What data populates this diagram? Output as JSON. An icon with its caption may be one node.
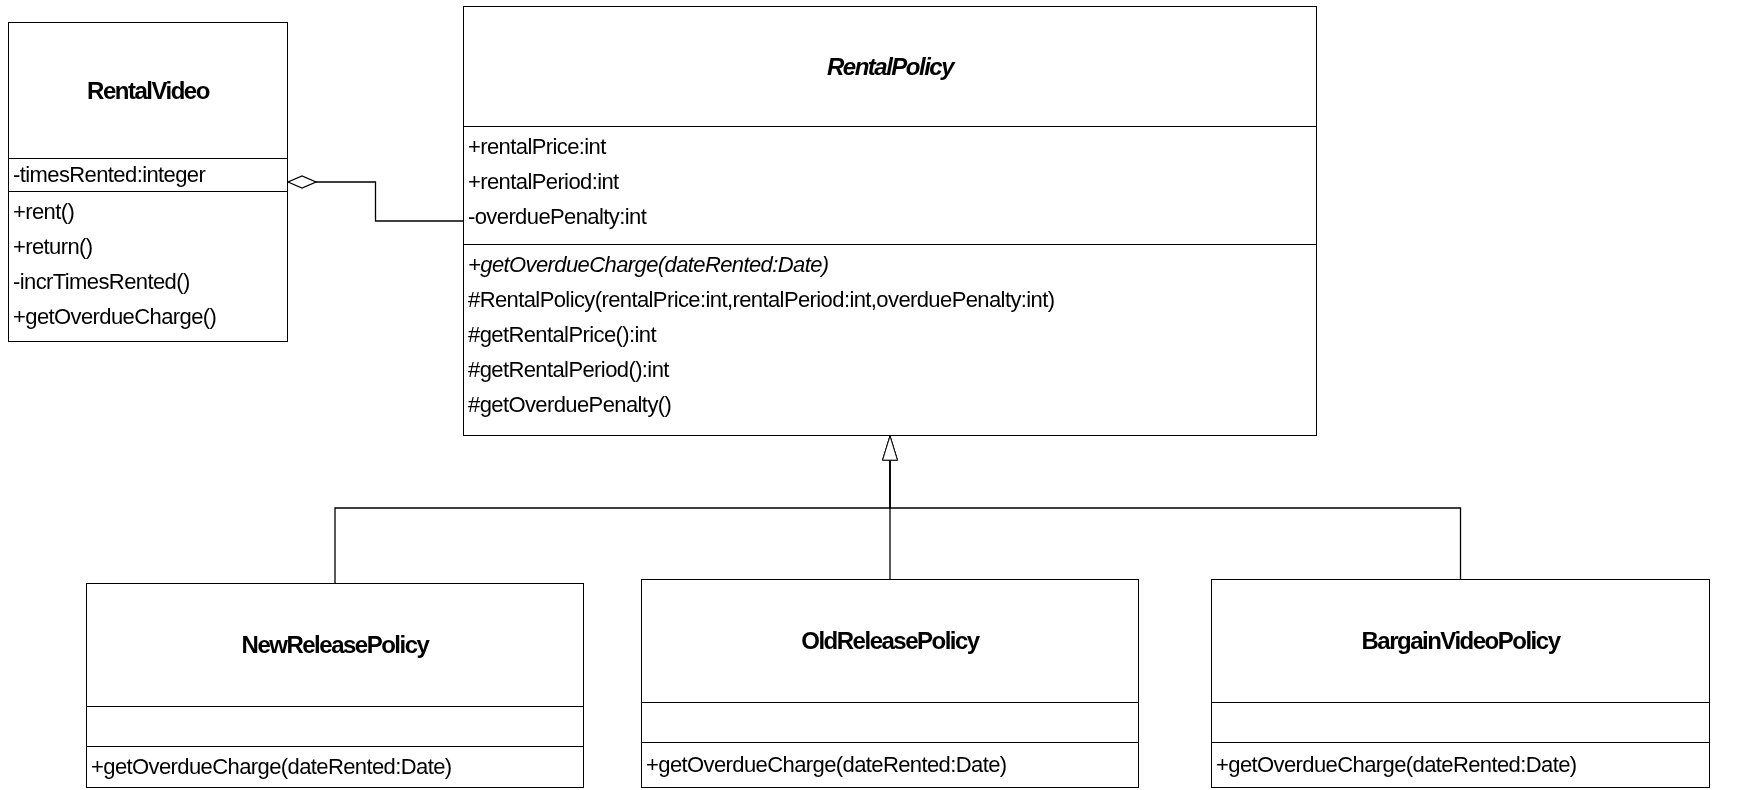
{
  "diagram": {
    "nodes": [
      {
        "text": [
          "RentalVideo"
        ]
      },
      {
        "text": [
          "-timesRented:integer"
        ],
        "in": 0
      },
      {
        "text": [
          "+rent()",
          "+return()",
          "-incrTimesRented()",
          "+getOverdueCharge()"
        ],
        "in": 0
      },
      {
        "text": [
          "*RentalPolicy*"
        ]
      },
      {
        "text": [
          "+rentalPrice:int",
          "+rentalPeriod:int",
          "-overduePenalty:int"
        ],
        "in": 3
      },
      {
        "text": [
          "*+getOverdueCharge(dateRented:Date)*",
          "#RentalPolicy(rentalPrice:int,rentalPeriod:int,overduePenalty:int)",
          "#getRentalPrice():int",
          "#getRentalPeriod():int",
          "#getOverduePenalty()"
        ],
        "in": 3
      },
      {
        "text": [
          "NewReleasePolicy"
        ]
      },
      {
        "text": [],
        "shape": "box",
        "in": 6
      },
      {
        "text": [
          "+getOverdueCharge(dateRented:Date)"
        ],
        "in": 6
      },
      {
        "text": [
          "OldReleasePolicy"
        ]
      },
      {
        "text": [],
        "shape": "box",
        "in": 9
      },
      {
        "text": [
          "+getOverdueCharge(dateRented:Date)"
        ],
        "in": 9
      },
      {
        "text": [
          "BargainVideoPolicy"
        ]
      },
      {
        "text": [],
        "shape": "box",
        "in": 12
      },
      {
        "text": [
          "+getOverdueCharge(dateRented:Date)"
        ],
        "in": 12
      }
    ],
    "edges": [
      {
        "from": 3,
        "to": 0,
        "arrow": "other"
      },
      {
        "from": 6,
        "to": 3,
        "arrow": "to"
      },
      {
        "from": 9,
        "to": 3,
        "arrow": "to"
      },
      {
        "from": 12,
        "to": 3,
        "arrow": "to"
      }
    ]
  }
}
